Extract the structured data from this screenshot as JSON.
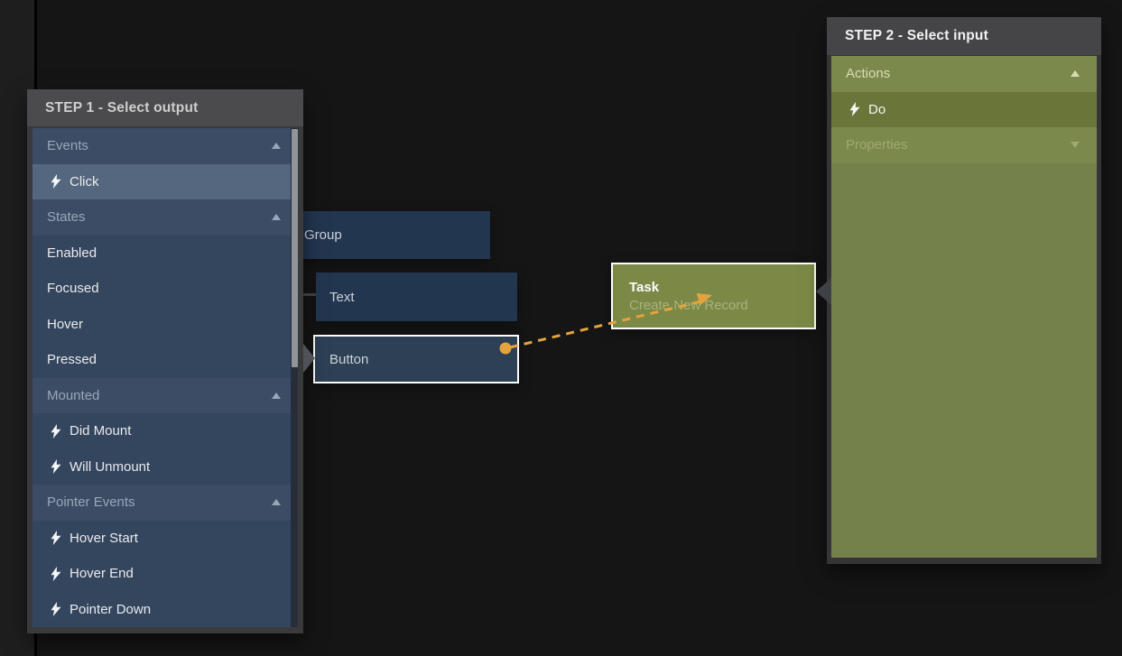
{
  "colors": {
    "canvas": "#151515",
    "leftstrip": "#1e1e1e",
    "divider": "#000000",
    "accent": "#e3a43d",
    "panel-frame-1": "#3a3a3c",
    "panel-header-1": "#4b4b4d",
    "panel-frame-2": "#353538",
    "panel-header-2": "#454548",
    "list-bg-1": "#34455e",
    "section-bg-1": "#3b4c64",
    "row-selected-1": "#55677e",
    "list-bg-2": "#75814a",
    "section-bg-2": "#7c894c",
    "row-selected-2": "#6a7639",
    "node-bg": "#233650",
    "node-selected-bg": "#2d4054",
    "task-bg": "#7c8946",
    "node-border-selected": "#ffffff"
  },
  "step1": {
    "title": "STEP 1 - Select output",
    "rows": [
      {
        "type": "section",
        "label": "Events",
        "arrow": "chevron-up"
      },
      {
        "type": "item",
        "label": "Click",
        "icon": "lightning",
        "selected": true
      },
      {
        "type": "section",
        "label": "States",
        "arrow": "chevron-up"
      },
      {
        "type": "item",
        "label": "Enabled"
      },
      {
        "type": "item",
        "label": "Focused"
      },
      {
        "type": "item",
        "label": "Hover"
      },
      {
        "type": "item",
        "label": "Pressed"
      },
      {
        "type": "section",
        "label": "Mounted",
        "arrow": "chevron-up"
      },
      {
        "type": "item",
        "label": "Did Mount",
        "icon": "lightning"
      },
      {
        "type": "item",
        "label": "Will Unmount",
        "icon": "lightning"
      },
      {
        "type": "section",
        "label": "Pointer Events",
        "arrow": "chevron-up"
      },
      {
        "type": "item",
        "label": "Hover Start",
        "icon": "lightning"
      },
      {
        "type": "item",
        "label": "Hover End",
        "icon": "lightning"
      },
      {
        "type": "item",
        "label": "Pointer Down",
        "icon": "lightning"
      }
    ]
  },
  "step2": {
    "title": "STEP 2 - Select input",
    "rows": [
      {
        "type": "section",
        "label": "Actions",
        "arrow": "chevron-up"
      },
      {
        "type": "item",
        "label": "Do",
        "icon": "lightning",
        "selected": true
      },
      {
        "type": "section",
        "label": "Properties",
        "arrow": "chevron-down",
        "muted": true
      }
    ]
  },
  "nodes": {
    "group": {
      "label": "Group"
    },
    "text": {
      "label": "Text"
    },
    "button": {
      "label": "Button",
      "selected": true
    },
    "task": {
      "title": "Task",
      "subtitle": "Create New Record",
      "selected": true
    }
  },
  "connection": {
    "from": "Button",
    "to": "Task",
    "style": "dashed",
    "color": "#e3a43d"
  }
}
